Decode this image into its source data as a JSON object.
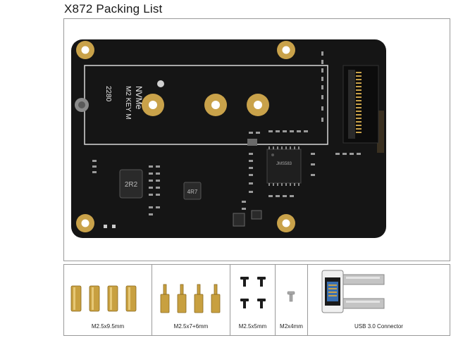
{
  "title": "X872 Packing List",
  "board": {
    "slot_text_line1": "M2 KEY M",
    "slot_text_line2": "NVMe",
    "slot_text_line3": "2280",
    "inductor_text": "2R2",
    "inductor2_text": "4R7",
    "chip_text": "JMS583"
  },
  "accessories": [
    {
      "label": "M2.5x9.5mm"
    },
    {
      "label": "M2.5x7+6mm"
    },
    {
      "label": "M2.5x5mm"
    },
    {
      "label": "M2x4mm"
    },
    {
      "label": "USB 3.0 Connector"
    }
  ],
  "colors": {
    "pcb": "#151515",
    "gold": "#c9a24a",
    "brass": "#c8a040",
    "frame": "#9a9a9a"
  }
}
